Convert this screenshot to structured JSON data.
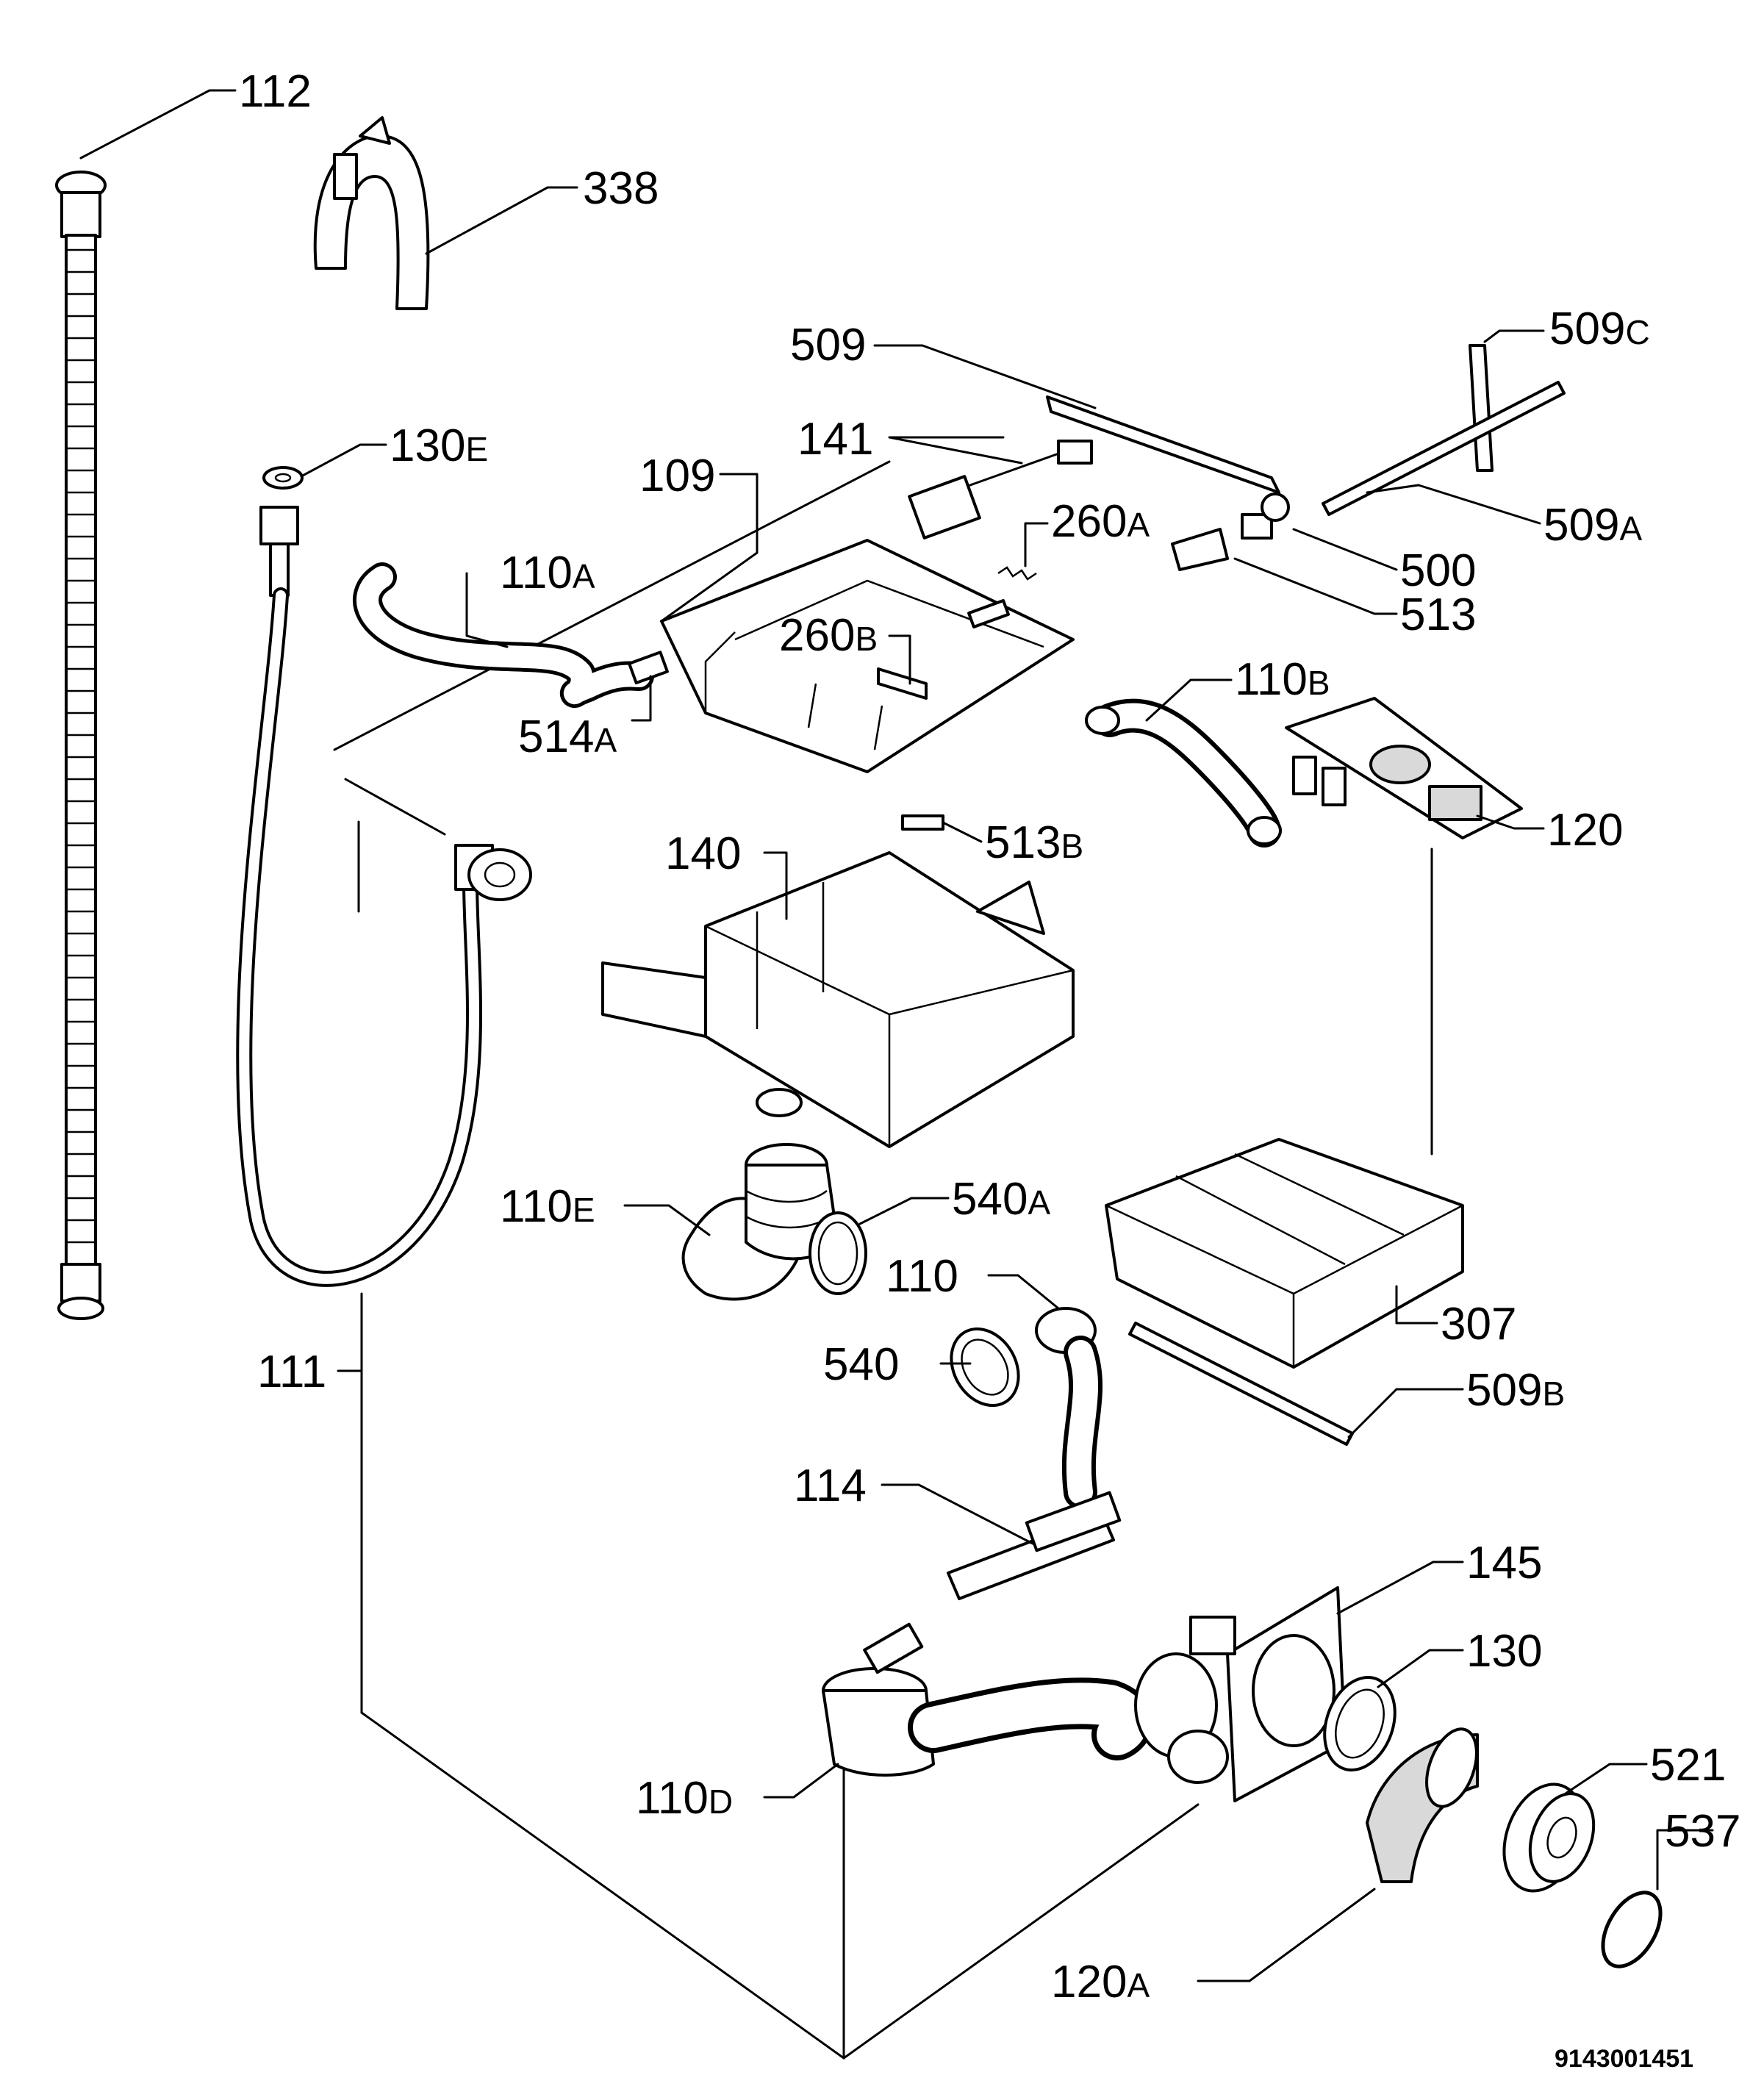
{
  "diagram": {
    "reference_number": "9143001451",
    "labels": {
      "p112": {
        "num": "112",
        "suffix": ""
      },
      "p338": {
        "num": "338",
        "suffix": ""
      },
      "p509": {
        "num": "509",
        "suffix": ""
      },
      "p509c": {
        "num": "509",
        "suffix": "C"
      },
      "p130e": {
        "num": "130",
        "suffix": "E"
      },
      "p141": {
        "num": "141",
        "suffix": ""
      },
      "p109": {
        "num": "109",
        "suffix": ""
      },
      "p260a": {
        "num": "260",
        "suffix": "A"
      },
      "p509a": {
        "num": "509",
        "suffix": "A"
      },
      "p110a": {
        "num": "110",
        "suffix": "A"
      },
      "p500": {
        "num": "500",
        "suffix": ""
      },
      "p513": {
        "num": "513",
        "suffix": ""
      },
      "p260b": {
        "num": "260",
        "suffix": "B"
      },
      "p110b": {
        "num": "110",
        "suffix": "B"
      },
      "p514a": {
        "num": "514",
        "suffix": "A"
      },
      "p120": {
        "num": "120",
        "suffix": ""
      },
      "p513b": {
        "num": "513",
        "suffix": "B"
      },
      "p140": {
        "num": "140",
        "suffix": ""
      },
      "p110e": {
        "num": "110",
        "suffix": "E"
      },
      "p540a": {
        "num": "540",
        "suffix": "A"
      },
      "p110": {
        "num": "110",
        "suffix": ""
      },
      "p307": {
        "num": "307",
        "suffix": ""
      },
      "p540": {
        "num": "540",
        "suffix": ""
      },
      "p111": {
        "num": "111",
        "suffix": ""
      },
      "p509b": {
        "num": "509",
        "suffix": "B"
      },
      "p114": {
        "num": "114",
        "suffix": ""
      },
      "p145": {
        "num": "145",
        "suffix": ""
      },
      "p130": {
        "num": "130",
        "suffix": ""
      },
      "p521": {
        "num": "521",
        "suffix": ""
      },
      "p537": {
        "num": "537",
        "suffix": ""
      },
      "p110d": {
        "num": "110",
        "suffix": "D"
      },
      "p120a": {
        "num": "120",
        "suffix": "A"
      }
    }
  }
}
